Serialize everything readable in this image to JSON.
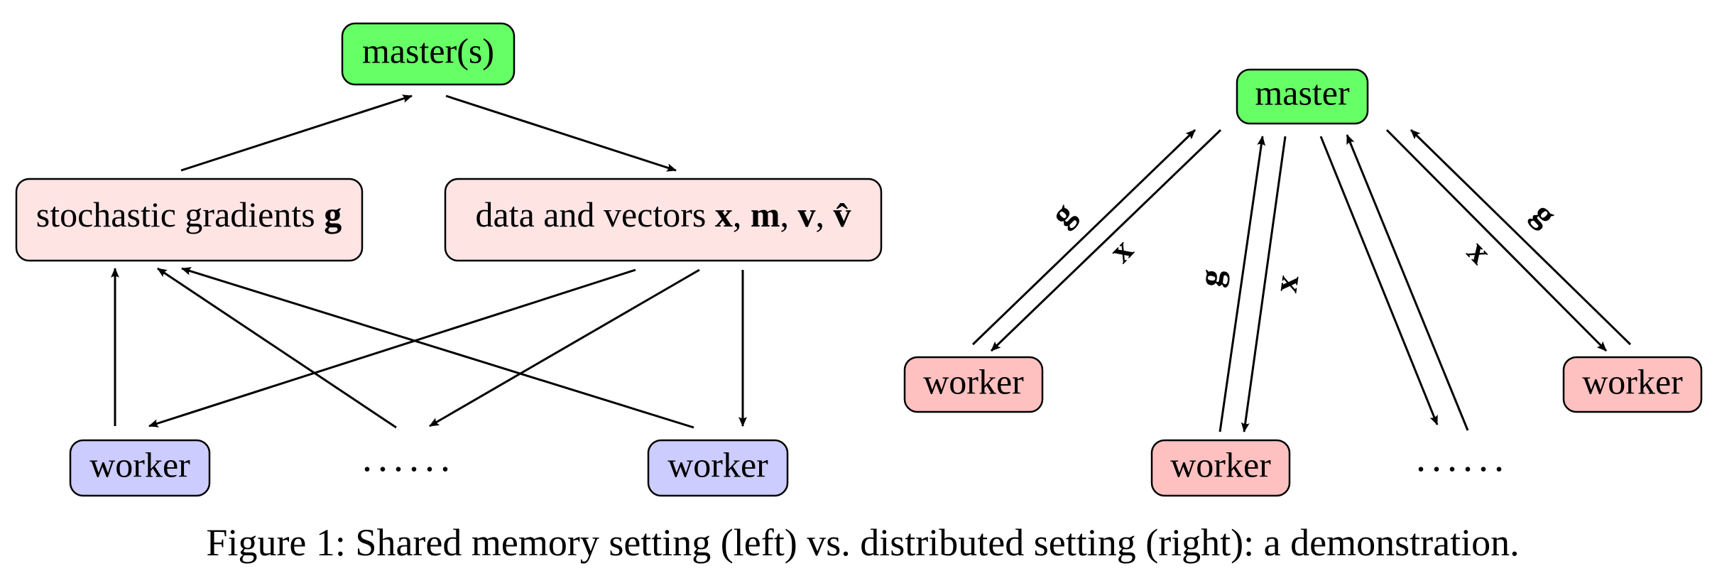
{
  "left_diagram": {
    "master": "master(s)",
    "gradients": {
      "prefix": "stochastic gradients ",
      "symbol": "g"
    },
    "data": {
      "prefix": "data and vectors ",
      "x": "x",
      "sep1": ", ",
      "m": "m",
      "sep2": ", ",
      "v": "v",
      "sep3": ", ",
      "vhat": "v̂"
    },
    "worker_left": "worker",
    "dots": "......",
    "worker_right": "worker"
  },
  "right_diagram": {
    "master": "master",
    "worker_left": "worker",
    "worker_center": "worker",
    "dots": "......",
    "worker_right": "worker",
    "edge_labels": {
      "g_left": "g",
      "x_left": "x",
      "g_center": "g",
      "x_center": "x",
      "x_right": "x",
      "g_right": "g"
    }
  },
  "caption": {
    "label": "Figure 1:",
    "text": "Shared memory setting (left) vs. distributed setting (right): a demonstration."
  },
  "colors": {
    "master_fill": "#66ff66",
    "vector_box_fill": "#ffe4e4",
    "shared_worker_fill": "#ccccff",
    "distributed_worker_fill": "#ffc0c0",
    "stroke": "#000000"
  }
}
